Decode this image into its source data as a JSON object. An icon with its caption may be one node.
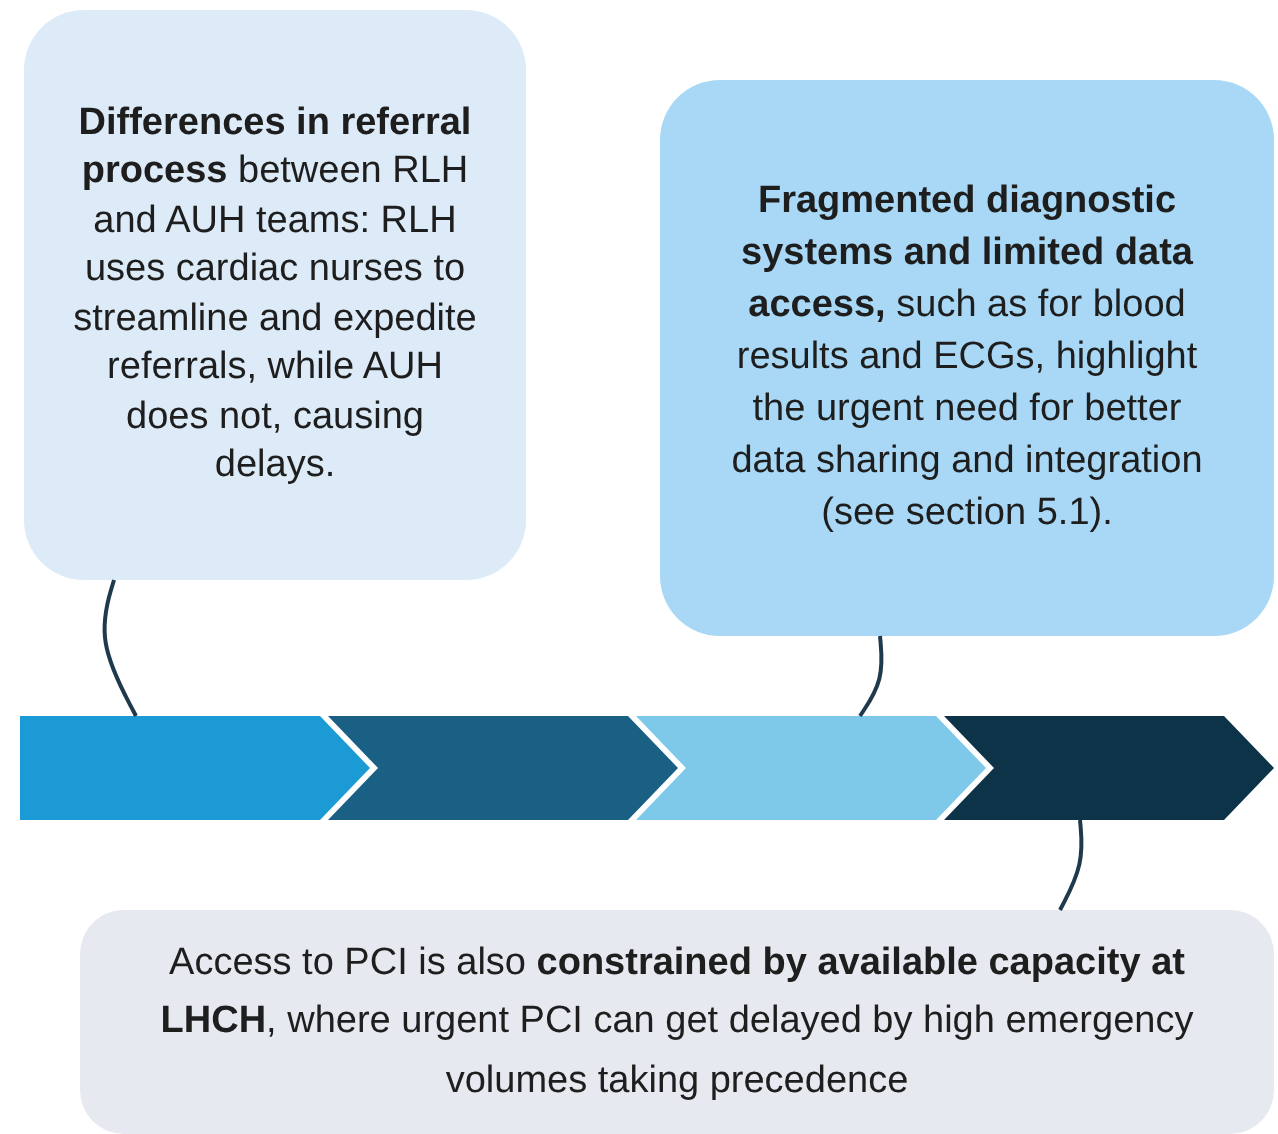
{
  "diagram": {
    "nodes": [
      {
        "text": [
          "**Differences in referral process** between RLH and AUH teams: RLH uses cardiac nurses to streamline and expedite referrals, while AUH does not, causing delays."
        ]
      },
      {
        "text": [
          "**Fragmented diagnostic systems and limited data access,** such as for blood results and ECGs, highlight the urgent need for better data sharing and integration (see section 5.1)."
        ]
      },
      {
        "text": [],
        "shape": "chevron"
      },
      {
        "text": [],
        "shape": "chevron"
      },
      {
        "text": [],
        "shape": "chevron"
      },
      {
        "text": [],
        "shape": "chevron"
      },
      {
        "text": [
          "Access to PCI is also **constrained by available capacity at LHCH**, where urgent PCI can get delayed by high emergency volumes taking precedence"
        ]
      }
    ],
    "edges": [
      {
        "from": 0,
        "to": 2,
        "arrow": "none"
      },
      {
        "from": 1,
        "to": 4,
        "arrow": "none"
      },
      {
        "from": 6,
        "to": 5,
        "arrow": "none"
      }
    ]
  }
}
